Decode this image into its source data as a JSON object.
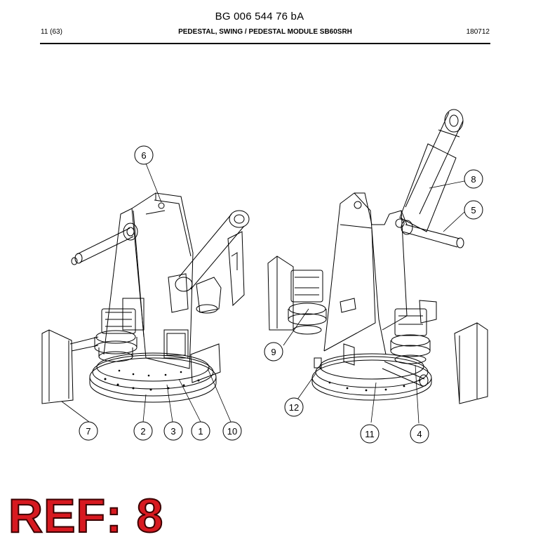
{
  "document": {
    "number": "BG 006 544 76 bA",
    "page": "11 (63)",
    "title": "PEDESTAL, SWING / PEDESTAL MODULE SB60SRH",
    "date": "180712"
  },
  "callouts": [
    "1",
    "2",
    "3",
    "4",
    "5",
    "6",
    "7",
    "8",
    "9",
    "10",
    "11",
    "12"
  ],
  "ref_label": "REF: 8"
}
